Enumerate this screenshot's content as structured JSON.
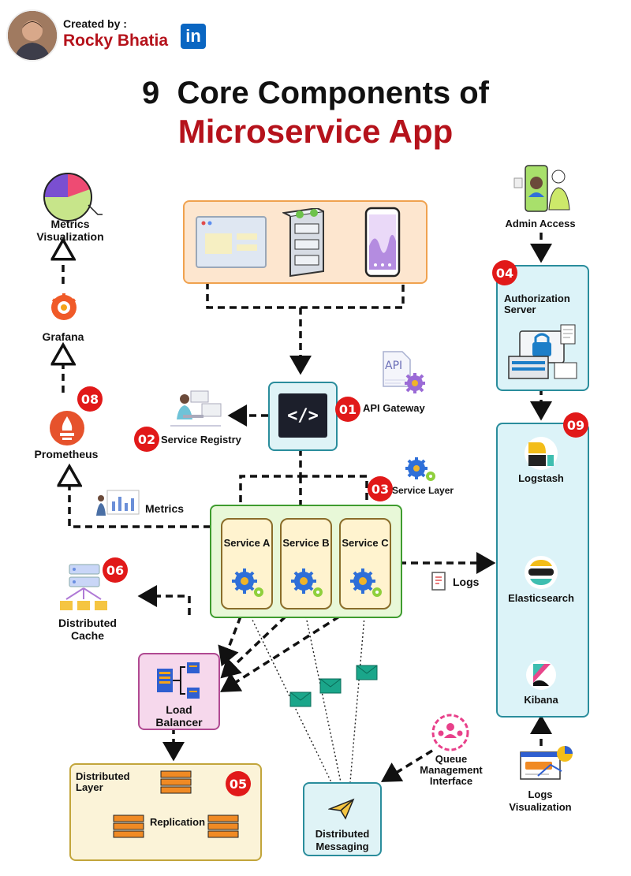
{
  "author": {
    "created_by": "Created by :",
    "name": "Rocky Bhatia",
    "social": "in"
  },
  "title": {
    "line1": "9  Core Components of",
    "line2": "Microservice App"
  },
  "components": {
    "api_gateway": {
      "badge": "01",
      "label": "API Gateway",
      "icon_text": "API"
    },
    "service_registry": {
      "badge": "02",
      "label": "Service Registry"
    },
    "service_layer": {
      "badge": "03",
      "label": "Service Layer"
    },
    "authorization_server": {
      "badge": "04",
      "label": "Authorization Server"
    },
    "distributed_layer": {
      "badge": "05",
      "label": "Distributed Layer",
      "replication": "Replication"
    },
    "distributed_cache": {
      "badge": "06",
      "label": "Distributed Cache"
    },
    "prometheus": {
      "badge": "08",
      "label": "Prometheus"
    },
    "elk": {
      "badge": "09",
      "logstash": "Logstash",
      "elasticsearch": "Elasticsearch",
      "kibana": "Kibana"
    }
  },
  "labels": {
    "metrics_visualization": "Metrics Visualization",
    "grafana": "Grafana",
    "metrics": "Metrics",
    "admin_access": "Admin Access",
    "logs": "Logs",
    "load_balancer": "Load Balancer",
    "queue_management": "Queue Management Interface",
    "distributed_messaging": "Distributed Messaging",
    "logs_visualization": "Logs Visualization"
  },
  "services": [
    {
      "label": "Service A"
    },
    {
      "label": "Service B"
    },
    {
      "label": "Service C"
    }
  ],
  "colors": {
    "badge": "#e11919",
    "title_dark": "#111111",
    "title_red": "#b5121b",
    "clients_fill": "#fde6cf",
    "clients_border": "#f0a24f",
    "gateway_fill": "#dff3f6",
    "gateway_border": "#2a8d9c",
    "service_layer_fill": "#e8f8d8",
    "service_layer_border": "#3f9c2f",
    "elk_fill": "#dcf3f8",
    "elk_border": "#2a8d9c",
    "load_balancer_fill": "#f6d8ec",
    "load_balancer_border": "#b04a92",
    "distributed_layer_fill": "#fbf3d8",
    "distributed_layer_border": "#c2a53b",
    "messaging_fill": "#dff3f6",
    "messaging_border": "#2a8d9c"
  },
  "icons": [
    "avatar-icon",
    "linkedin-icon",
    "pie-chart-icon",
    "grafana-icon",
    "prometheus-icon",
    "browser-window-icon",
    "server-rack-icon",
    "mobile-phone-icon",
    "code-icon",
    "api-doc-icon",
    "gear-icon",
    "registry-icon",
    "metrics-board-icon",
    "cache-icon",
    "load-balancer-icon",
    "database-server-icon",
    "envelope-icon",
    "paper-plane-icon",
    "queue-people-icon",
    "admin-phone-icon",
    "lock-server-icon",
    "logstash-icon",
    "elasticsearch-icon",
    "kibana-icon",
    "logs-doc-icon",
    "logs-dashboard-icon"
  ]
}
